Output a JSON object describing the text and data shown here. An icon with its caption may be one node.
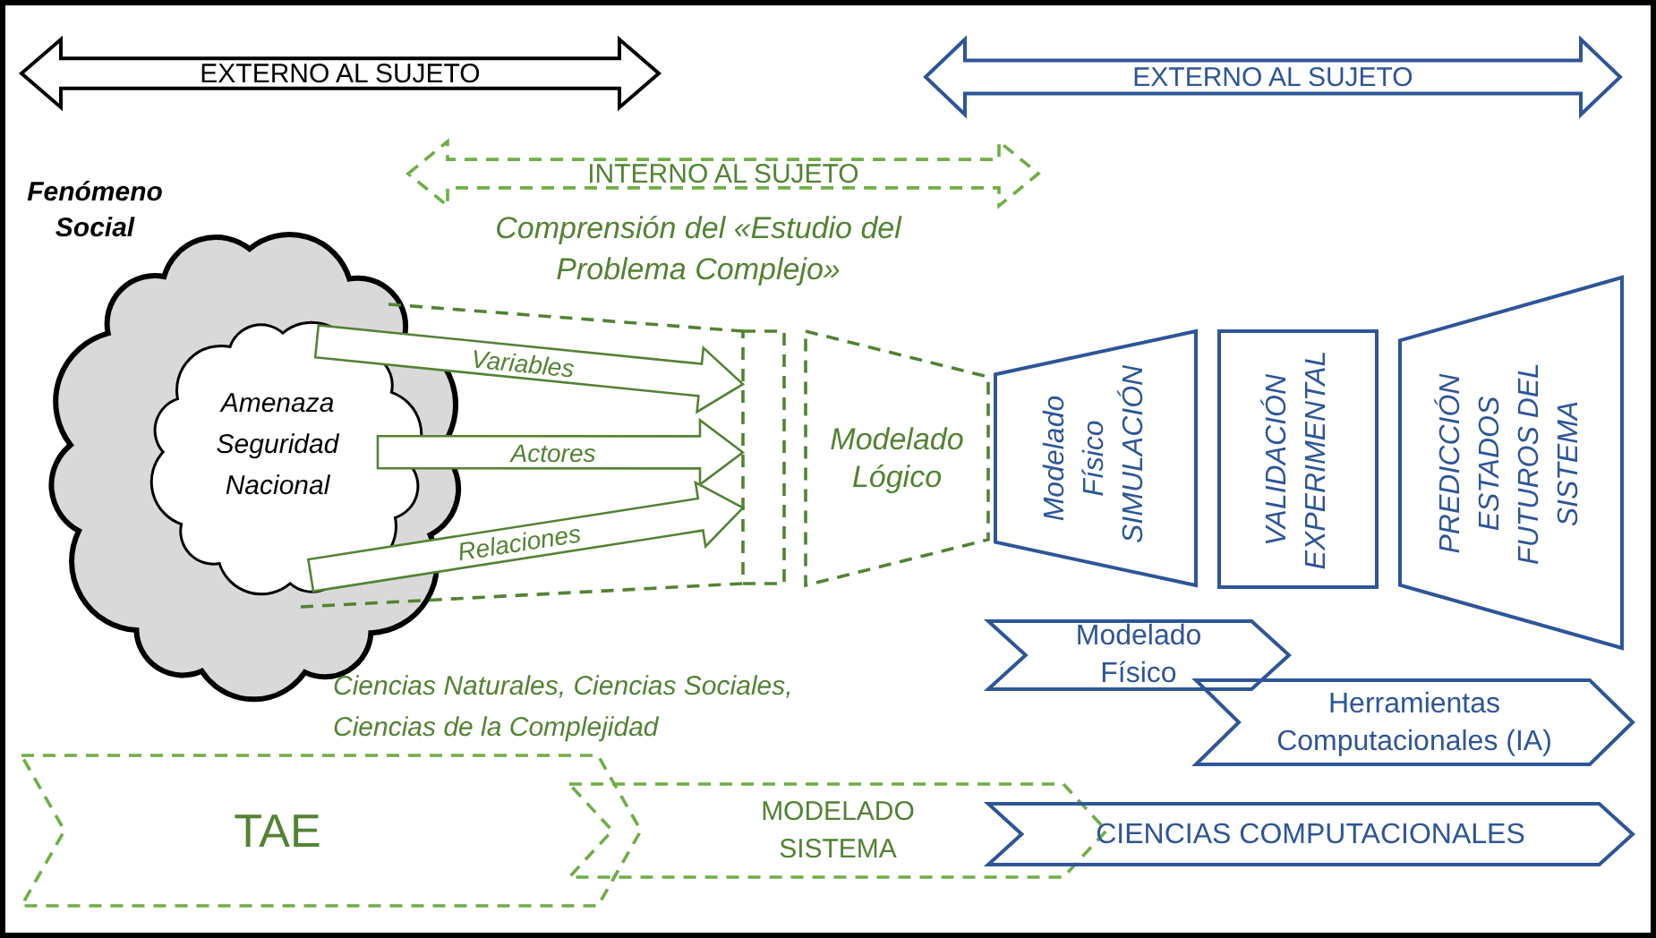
{
  "diagram": {
    "nodes": [
      {
        "text": [
          "EXTERNO AL SUJETO"
        ]
      },
      {
        "text": [
          "EXTERNO AL SUJETO"
        ]
      },
      {
        "text": [
          "INTERNO AL SUJETO"
        ]
      },
      {
        "text": [
          "Fenómeno Social"
        ]
      },
      {
        "text": [
          "Amenaza Seguridad Nacional"
        ],
        "in": 3
      },
      {
        "text": [],
        "shape": "box"
      },
      {
        "text": [
          "Modelado Lógico"
        ]
      },
      {
        "text": [
          "Modelado Físico SIMULACIÓN"
        ]
      },
      {
        "text": [
          "VALIDACIÓN EXPERIMENTAL"
        ]
      },
      {
        "text": [
          "PREDICCIÓN ESTADOS FUTUROS DEL SISTEMA"
        ]
      },
      {
        "text": [
          "Modelado Físico"
        ]
      },
      {
        "text": [
          "Herramientas Computacionales (IA)"
        ]
      },
      {
        "text": [
          "TAE"
        ]
      },
      {
        "text": [
          "MODELADO SISTEMA"
        ]
      },
      {
        "text": [
          "CIENCIAS COMPUTACIONALES"
        ]
      }
    ],
    "edges": [
      {
        "from": 4,
        "to": 5,
        "arrow": "to",
        "label": "Variables"
      },
      {
        "from": 4,
        "to": 5,
        "arrow": "to",
        "label": "Actores"
      },
      {
        "from": 4,
        "to": 5,
        "arrow": "to",
        "label": "Relaciones"
      }
    ],
    "labels": [
      "Comprensión del «Estudio del Problema Complejo»",
      "Ciencias Naturales, Ciencias Sociales, Ciencias de la Complejidad"
    ]
  }
}
